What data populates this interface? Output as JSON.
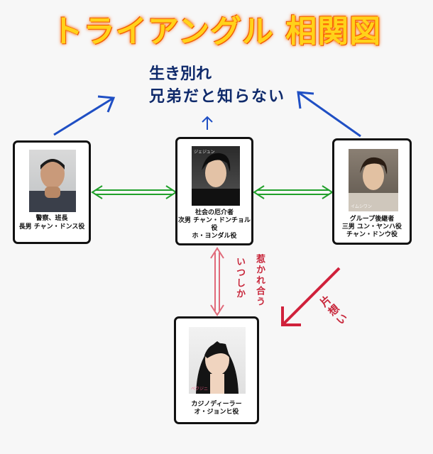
{
  "title": "トライアングル 相関図",
  "note": {
    "line1": "生き別れ",
    "line2": "兄弟だと知らない"
  },
  "people": {
    "left": {
      "line1": "警察、班長",
      "line2": "長男 チャン・ドンス役"
    },
    "center": {
      "line1": "社会の厄介者",
      "line2": "次男 チャン・ドンチョル",
      "line3": "役",
      "line4": "ホ・ヨンダル役",
      "watermark": "ジェジュン"
    },
    "right": {
      "line1": "グループ後継者",
      "line2": "三男 ユン・ヤンハ役",
      "line3": "チャン・ドンウ役",
      "watermark": "イムシワン"
    },
    "bottom": {
      "line1": "カジノディーラー",
      "line2": "オ・ジョンヒ役",
      "watermark": "ペクジニ"
    }
  },
  "relations": {
    "mutual_line1": "惹かれ合う",
    "mutual_line2": "いつしか",
    "one_sided": "片想い"
  },
  "colors": {
    "blue_arrow": "#1f4fc4",
    "green_arrow": "#21a02b",
    "red_arrow": "#d0213b",
    "pink_arrow": "#e06a7a"
  }
}
